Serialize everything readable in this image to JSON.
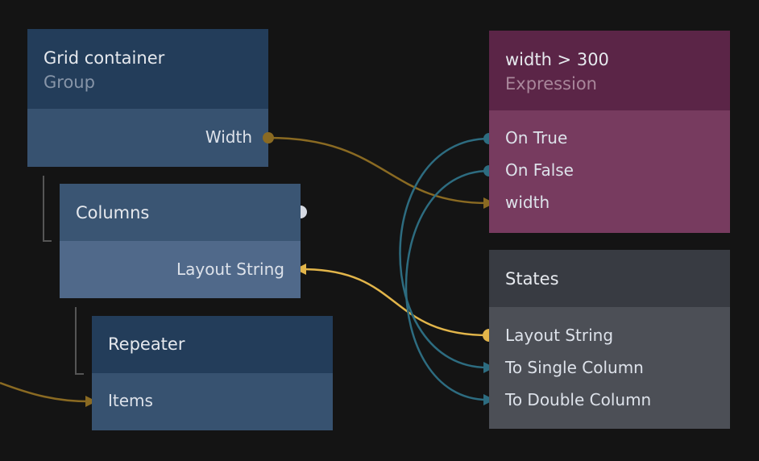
{
  "nodes": {
    "grid_container": {
      "title": "Grid container",
      "subtitle": "Group",
      "ports": [
        "Width"
      ]
    },
    "columns": {
      "title": "Columns",
      "ports": [
        "Layout String"
      ]
    },
    "repeater": {
      "title": "Repeater",
      "ports": [
        "Items"
      ]
    },
    "expression": {
      "title": "width > 300",
      "subtitle": "Expression",
      "ports": [
        "On True",
        "On False",
        "width"
      ]
    },
    "states": {
      "title": "States",
      "ports": [
        "Layout String",
        "To Single Column",
        "To Double Column"
      ]
    }
  },
  "colors": {
    "background": "#141414",
    "group_header": "#233d5a",
    "group_body": "#375270",
    "expression_header": "#5b2547",
    "expression_body": "#773b5f",
    "states_header": "#383b42",
    "states_body": "#4c4f56",
    "wire_number": "#8a6a22",
    "wire_string": "#e2b54a",
    "wire_signal": "#2d6c80"
  }
}
